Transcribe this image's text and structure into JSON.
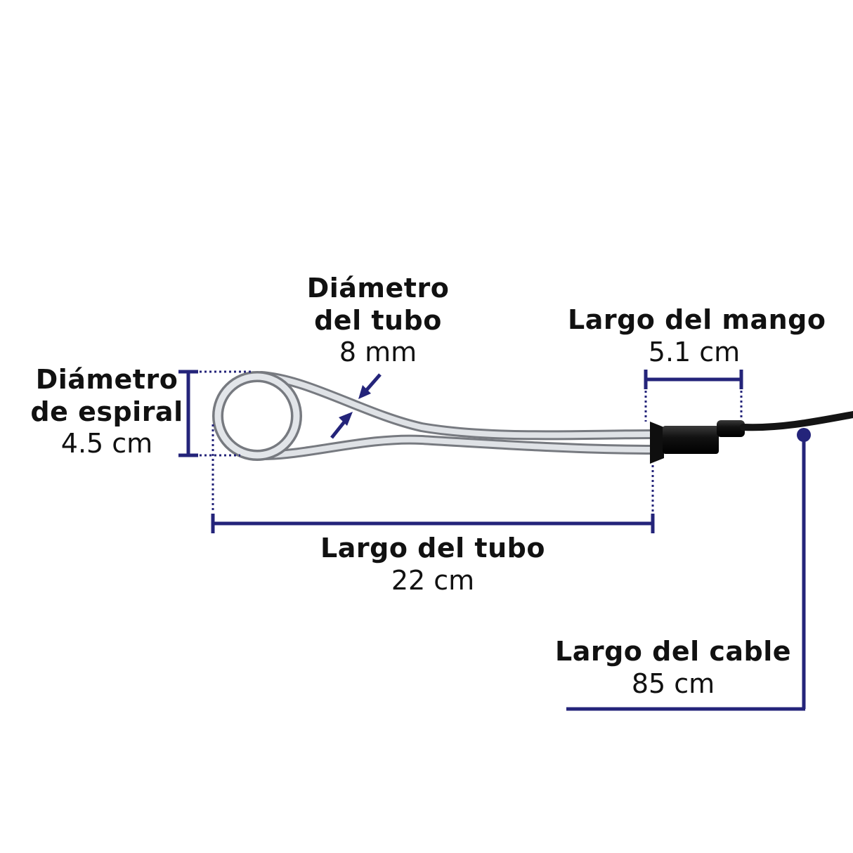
{
  "accent_color": "#24247a",
  "labels": {
    "tube_diameter": {
      "title_line1": "Diámetro",
      "title_line2": "del tubo",
      "value": "8 mm"
    },
    "coil_diameter": {
      "title_line1": "Diámetro",
      "title_line2": "de espiral",
      "value": "4.5 cm"
    },
    "handle_length": {
      "title": "Largo del mango",
      "value": "5.1 cm"
    },
    "tube_length": {
      "title": "Largo del tubo",
      "value": "22 cm"
    },
    "cable_length": {
      "title": "Largo del cable",
      "value": "85 cm"
    }
  }
}
